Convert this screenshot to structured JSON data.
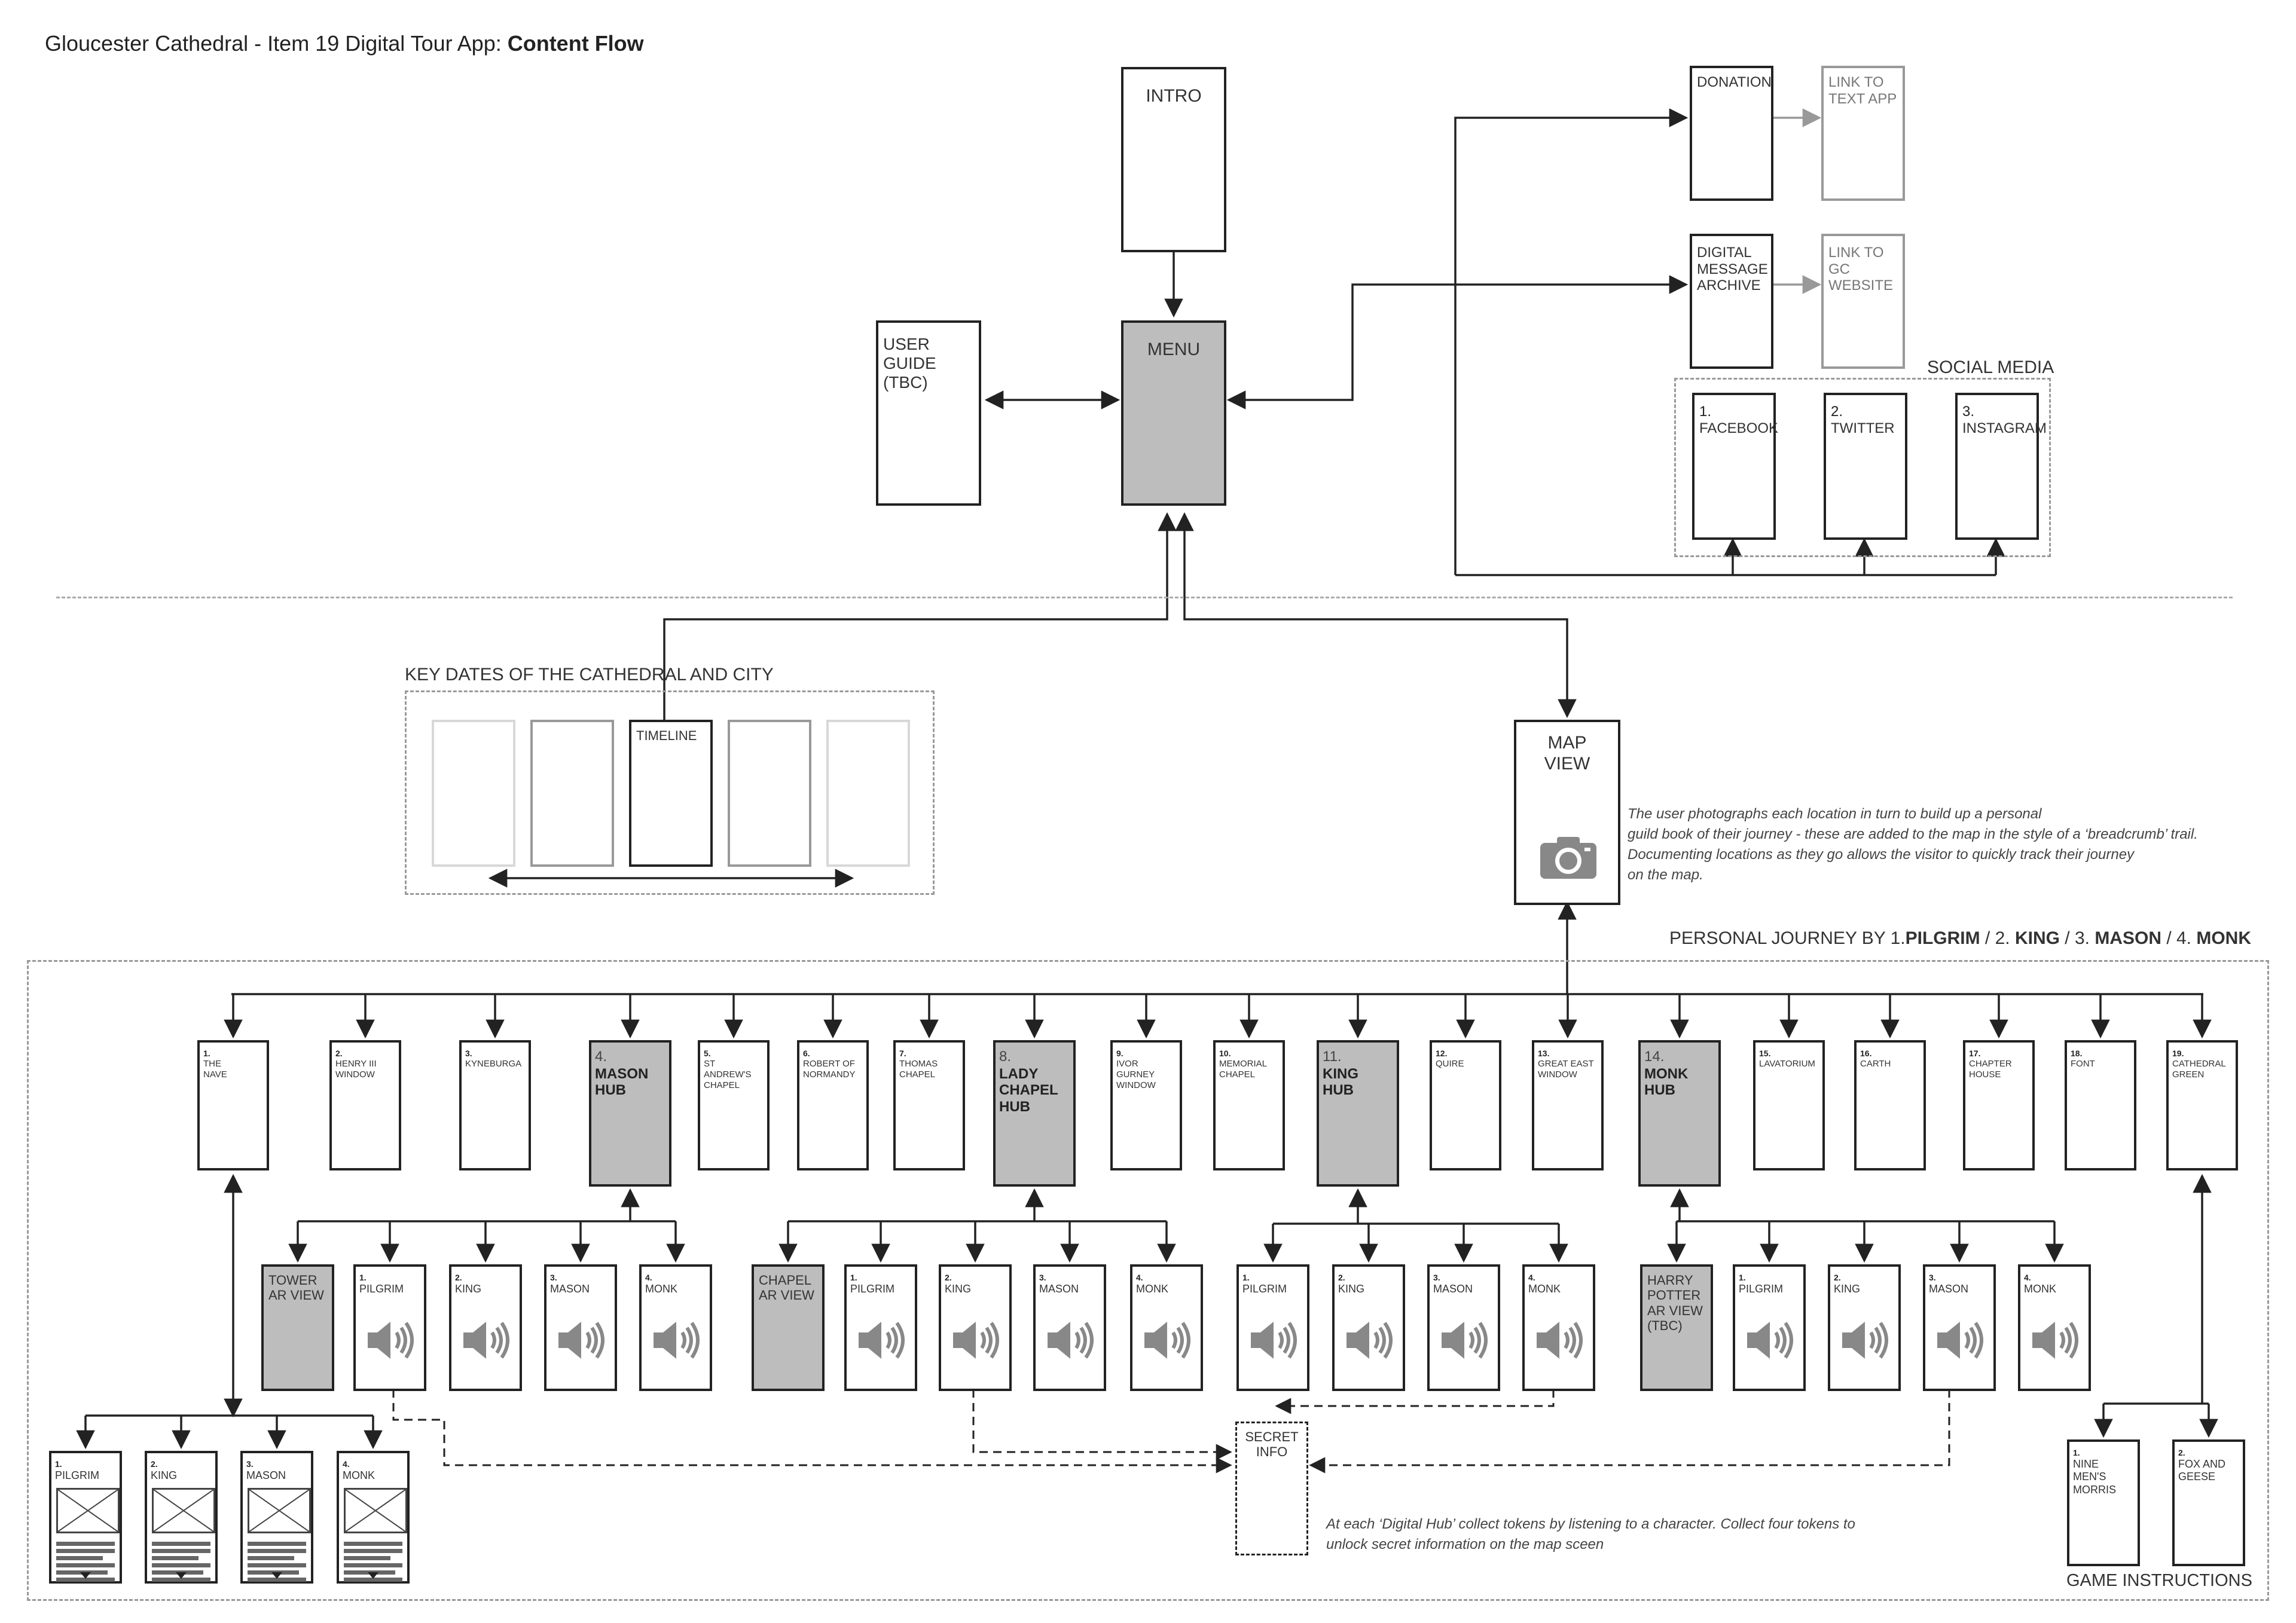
{
  "header": {
    "title_prefix": "Gloucester Cathedral - Item 19 Digital Tour App: ",
    "title_bold": "Content Flow"
  },
  "top": {
    "intro": "INTRO",
    "menu": "MENU",
    "user_guide": "USER\nGUIDE\n(TBC)",
    "donation": "DONATION",
    "link_text_app": "LINK TO\nTEXT APP",
    "digital_archive": "DIGITAL\nMESSAGE\nARCHIVE",
    "link_gc_website": "LINK TO\nGC\nWEBSITE",
    "social_media_label": "SOCIAL MEDIA",
    "social": [
      {
        "num": "1.",
        "label": "FACEBOOK"
      },
      {
        "num": "2.",
        "label": "TWITTER"
      },
      {
        "num": "3.",
        "label": "INSTAGRAM"
      }
    ]
  },
  "key_dates": {
    "label": "KEY DATES OF THE CATHEDRAL AND CITY",
    "timeline": "TIMELINE"
  },
  "map": {
    "label": "MAP\nVIEW",
    "icon": "camera-icon",
    "note": [
      "The user photographs each location in turn to build up a personal",
      "guild book of their journey - these are added to the map in the style of a ‘breadcrumb’ trail.",
      "Documenting locations as they go allows the visitor to quickly track their journey",
      "on the map."
    ]
  },
  "journey": {
    "prefix": "PERSONAL JOURNEY BY 1.",
    "p1": "PILGRIM",
    "sep2": " / 2. ",
    "p2": "KING",
    "sep3": " / 3. ",
    "p3": "MASON",
    "sep4": " / 4. ",
    "p4": "MONK"
  },
  "locations": [
    {
      "num": "1.",
      "label": "THE\nNAVE"
    },
    {
      "num": "2.",
      "label": "HENRY III\nWINDOW"
    },
    {
      "num": "3.",
      "label": "KYNEBURGA"
    },
    {
      "num": "4.",
      "label": "MASON\nHUB",
      "hub": true
    },
    {
      "num": "5.",
      "label": "ST ANDREW'S\nCHAPEL"
    },
    {
      "num": "6.",
      "label": "ROBERT OF\nNORMANDY"
    },
    {
      "num": "7.",
      "label": "THOMAS\nCHAPEL"
    },
    {
      "num": "8.",
      "label": "LADY\nCHAPEL\nHUB",
      "hub": true
    },
    {
      "num": "9.",
      "label": "IVOR GURNEY\nWINDOW"
    },
    {
      "num": "10.",
      "label": "MEMORIAL\nCHAPEL"
    },
    {
      "num": "11.",
      "label": "KING HUB",
      "hub": true
    },
    {
      "num": "12.",
      "label": "QUIRE"
    },
    {
      "num": "13.",
      "label": "GREAT EAST\nWINDOW"
    },
    {
      "num": "14.",
      "label": "MONK HUB",
      "hub": true
    },
    {
      "num": "15.",
      "label": "LAVATORIUM"
    },
    {
      "num": "16.",
      "label": "CARTH"
    },
    {
      "num": "17.",
      "label": "CHAPTER\nHOUSE"
    },
    {
      "num": "18.",
      "label": "FONT"
    },
    {
      "num": "19.",
      "label": "CATHEDRAL\nGREEN"
    }
  ],
  "characters": [
    {
      "num": "1.",
      "label": "PILGRIM"
    },
    {
      "num": "2.",
      "label": "KING"
    },
    {
      "num": "3.",
      "label": "MASON"
    },
    {
      "num": "4.",
      "label": "MONK"
    }
  ],
  "ar_views": {
    "tower": "TOWER\nAR VIEW",
    "chapel": "CHAPEL\nAR VIEW",
    "harry": "HARRY\nPOTTER\nAR VIEW\n(TBC)"
  },
  "secret_info": "SECRET\nINFO",
  "token_note": [
    "At each ‘Digital Hub’ collect tokens by listening to a character. Collect four tokens to",
    "unlock secret information on the map sceen"
  ],
  "games": {
    "label": "GAME INSTRUCTIONS",
    "items": [
      {
        "num": "1.",
        "label": "NINE MEN'S\nMORRIS"
      },
      {
        "num": "2.",
        "label": "FOX AND\nGEESE"
      }
    ]
  },
  "icons": {
    "speaker": "speaker-icon",
    "image_placeholder": "image-placeholder-icon",
    "down_arrow": "down-arrow-icon"
  },
  "colors": {
    "hub_fill": "#bdbdbd",
    "line": "#222222",
    "light_border": "#999999"
  }
}
